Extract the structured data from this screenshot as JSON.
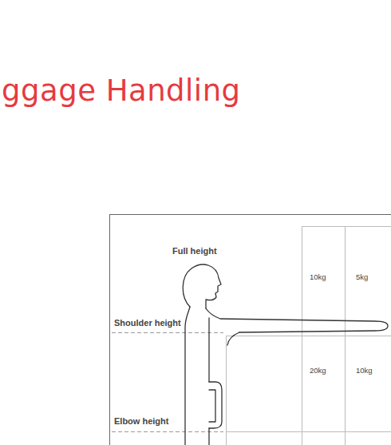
{
  "diagram": {
    "title": "ggage Handling",
    "labels": [
      "Full height",
      "10kg",
      "5kg",
      "Shoulder height",
      "20kg",
      "10kg",
      "Elbow height"
    ]
  }
}
